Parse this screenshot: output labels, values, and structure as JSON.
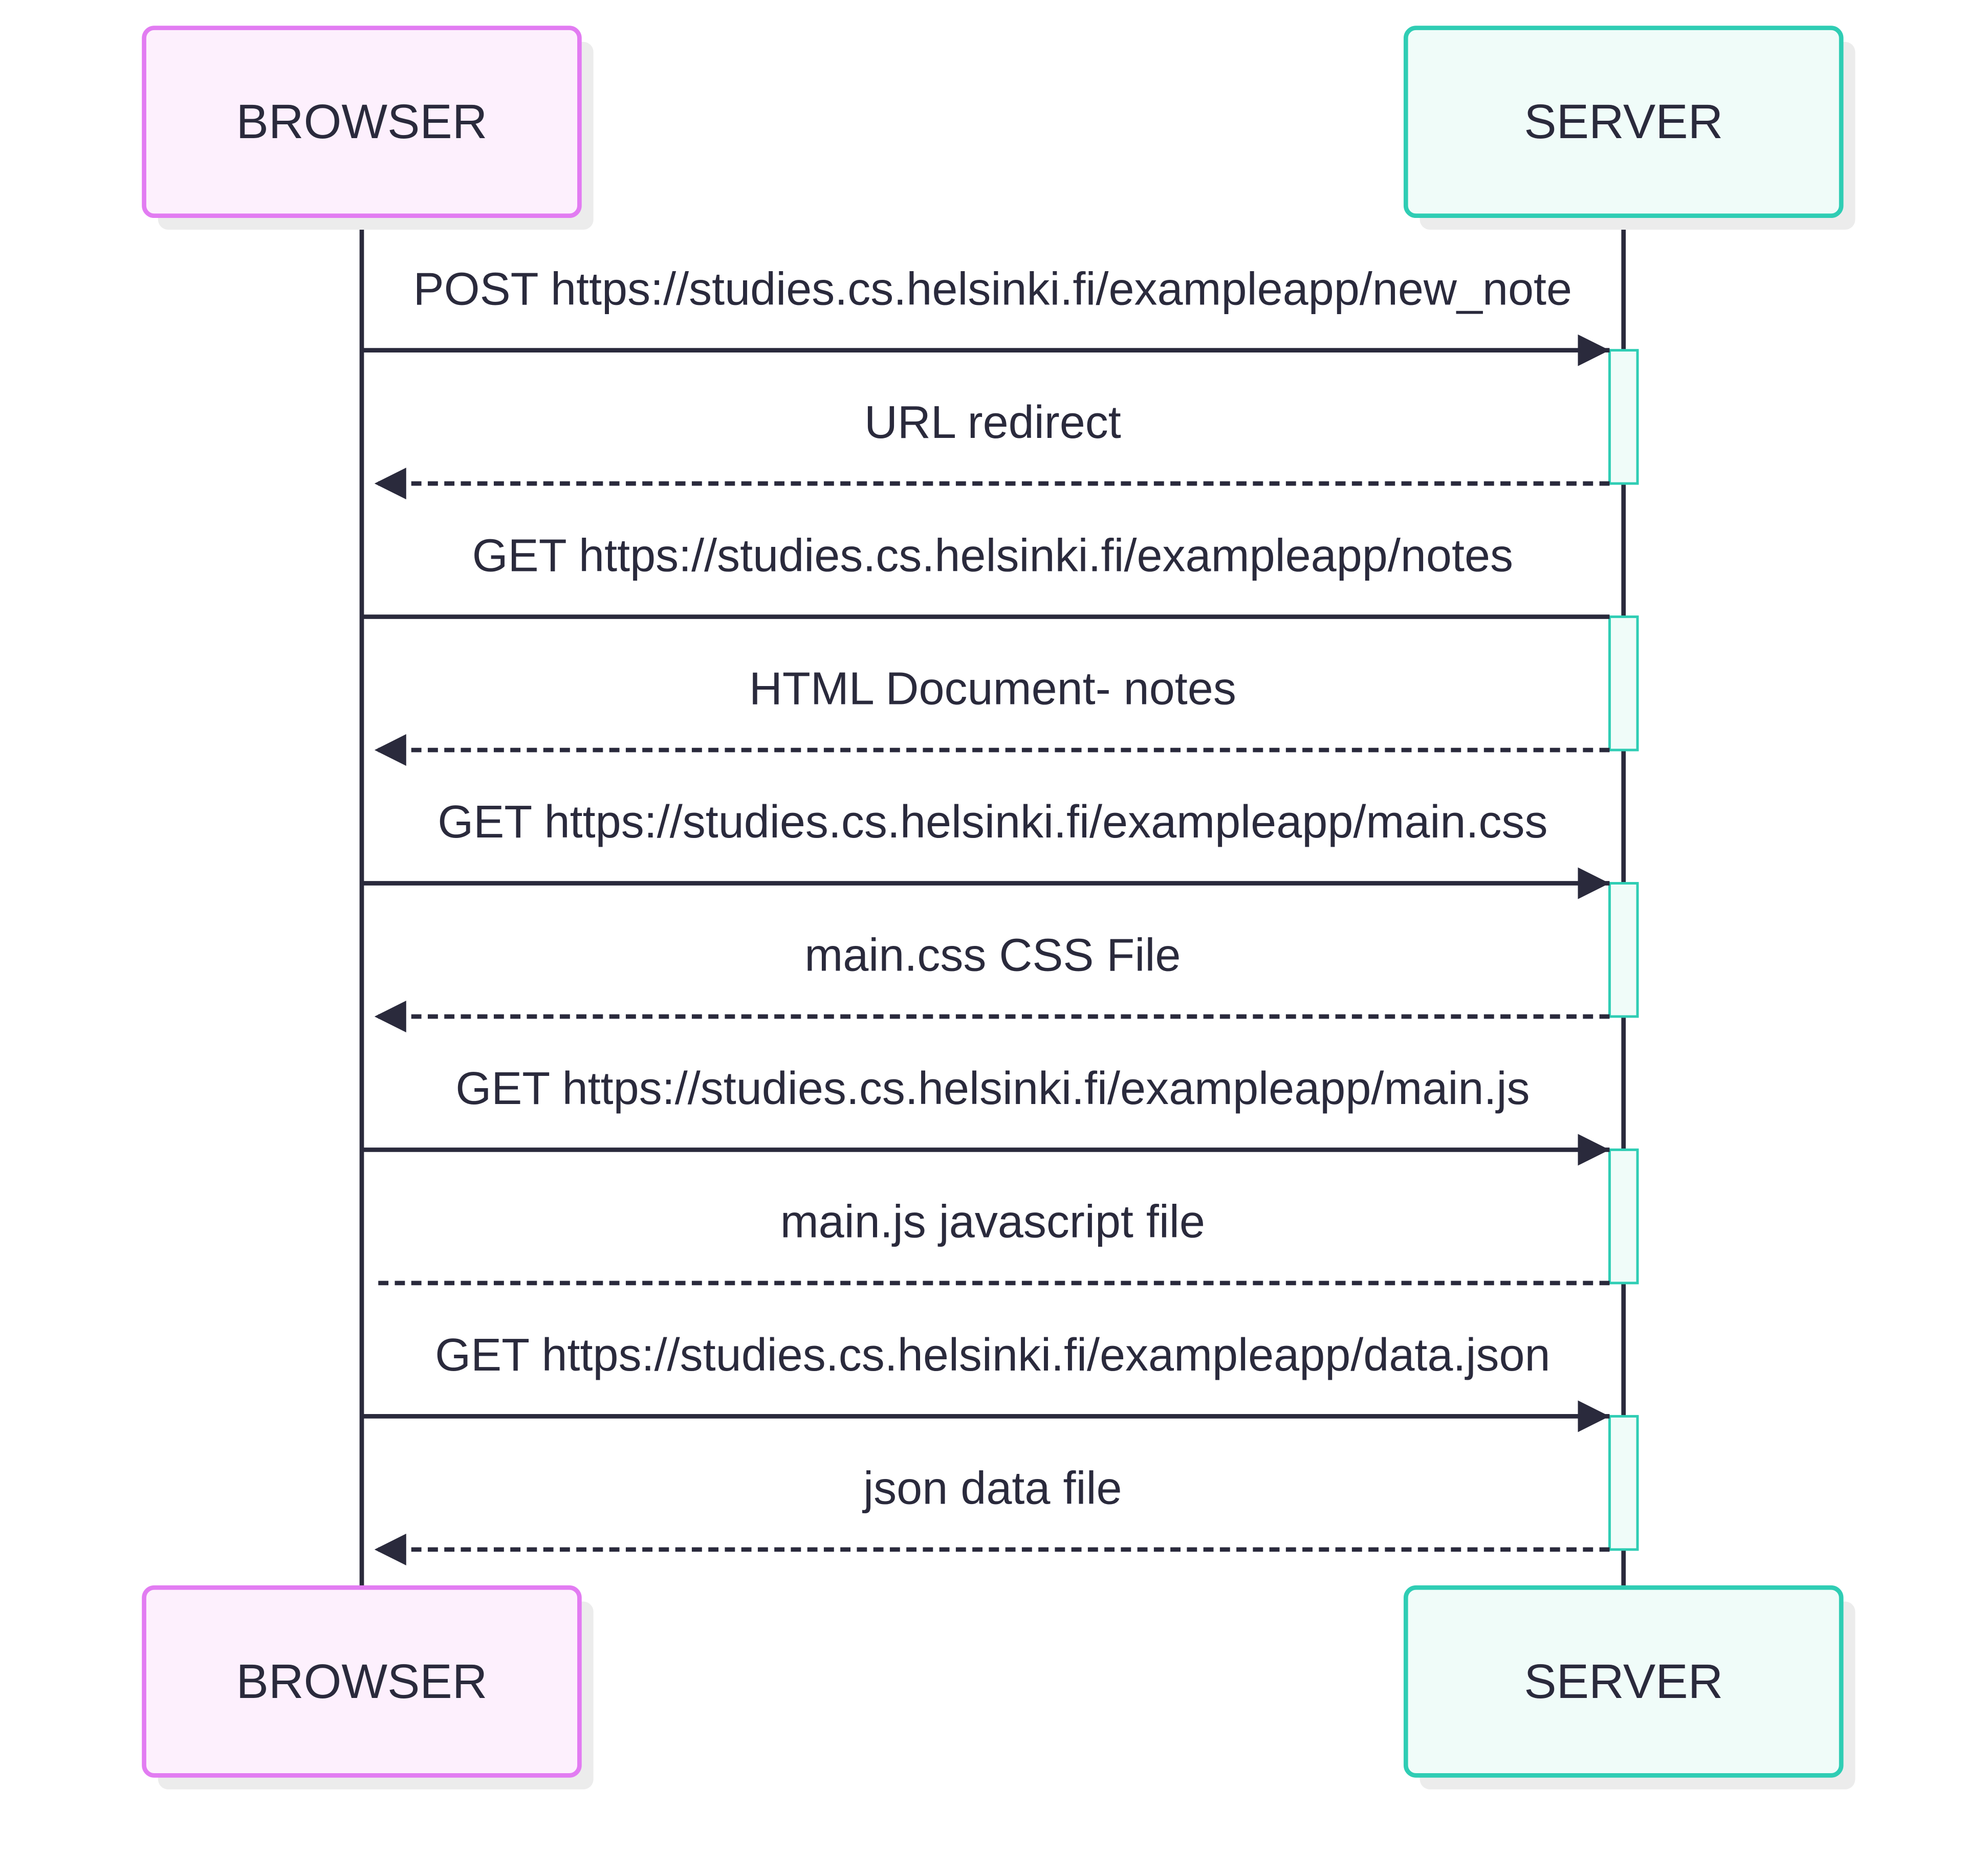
{
  "participants": [
    {
      "id": "browser",
      "label": "BROWSER",
      "fill": "#fdf0fd",
      "stroke": "#e27cf2"
    },
    {
      "id": "server",
      "label": "SERVER",
      "fill": "#f0fcf9",
      "stroke": "#2fcdb4"
    }
  ],
  "colors": {
    "line": "#2a2a3c",
    "text": "#2a2a3c",
    "activation_fill": "#f0fcf9",
    "activation_stroke": "#2fcdb4",
    "shadow": "#ececec"
  },
  "messages": [
    {
      "from": "browser",
      "to": "server",
      "label": "POST https://studies.cs.helsinki.fi/exampleapp/new_note",
      "style": "solid",
      "arrow": true
    },
    {
      "from": "server",
      "to": "browser",
      "label": "URL redirect",
      "style": "dashed",
      "arrow": true
    },
    {
      "from": "browser",
      "to": "server",
      "label": "GET https://studies.cs.helsinki.fi/exampleapp/notes",
      "style": "solid",
      "arrow": false
    },
    {
      "from": "server",
      "to": "browser",
      "label": "HTML Document- notes",
      "style": "dashed",
      "arrow": true
    },
    {
      "from": "browser",
      "to": "server",
      "label": "GET https://studies.cs.helsinki.fi/exampleapp/main.css",
      "style": "solid",
      "arrow": true
    },
    {
      "from": "server",
      "to": "browser",
      "label": "main.css CSS File",
      "style": "dashed",
      "arrow": true
    },
    {
      "from": "browser",
      "to": "server",
      "label": "GET https://studies.cs.helsinki.fi/exampleapp/main.js",
      "style": "solid",
      "arrow": true
    },
    {
      "from": "server",
      "to": "browser",
      "label": "main.js javascript file",
      "style": "dashed",
      "arrow": false
    },
    {
      "from": "browser",
      "to": "server",
      "label": "GET https://studies.cs.helsinki.fi/exampleapp/data.json",
      "style": "solid",
      "arrow": true
    },
    {
      "from": "server",
      "to": "browser",
      "label": "json data file",
      "style": "dashed",
      "arrow": true
    }
  ]
}
